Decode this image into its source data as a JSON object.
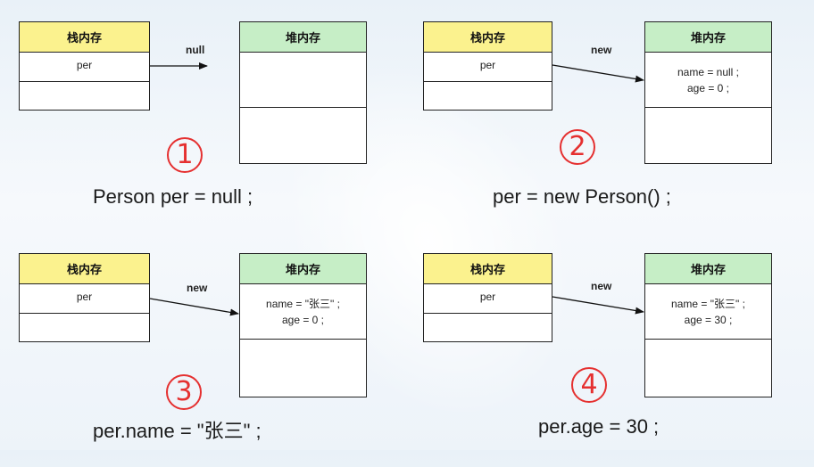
{
  "panels": [
    {
      "number": "1",
      "stack_header": "栈内存",
      "stack_var": "per",
      "heap_header": "堆内存",
      "heap_lines": [],
      "arrow_label": "null",
      "caption": "Person per = null ;"
    },
    {
      "number": "2",
      "stack_header": "栈内存",
      "stack_var": "per",
      "heap_header": "堆内存",
      "heap_lines": [
        "name = null ;",
        "age = 0 ;"
      ],
      "arrow_label": "new",
      "caption": "per = new Person() ;"
    },
    {
      "number": "3",
      "stack_header": "栈内存",
      "stack_var": "per",
      "heap_header": "堆内存",
      "heap_lines": [
        "name = \"张三\" ;",
        "age = 0 ;"
      ],
      "arrow_label": "new",
      "caption": "per.name = \"张三\" ;"
    },
    {
      "number": "4",
      "stack_header": "栈内存",
      "stack_var": "per",
      "heap_header": "堆内存",
      "heap_lines": [
        "name = \"张三\" ;",
        "age = 30 ;"
      ],
      "arrow_label": "new",
      "caption": "per.age = 30 ;"
    }
  ]
}
